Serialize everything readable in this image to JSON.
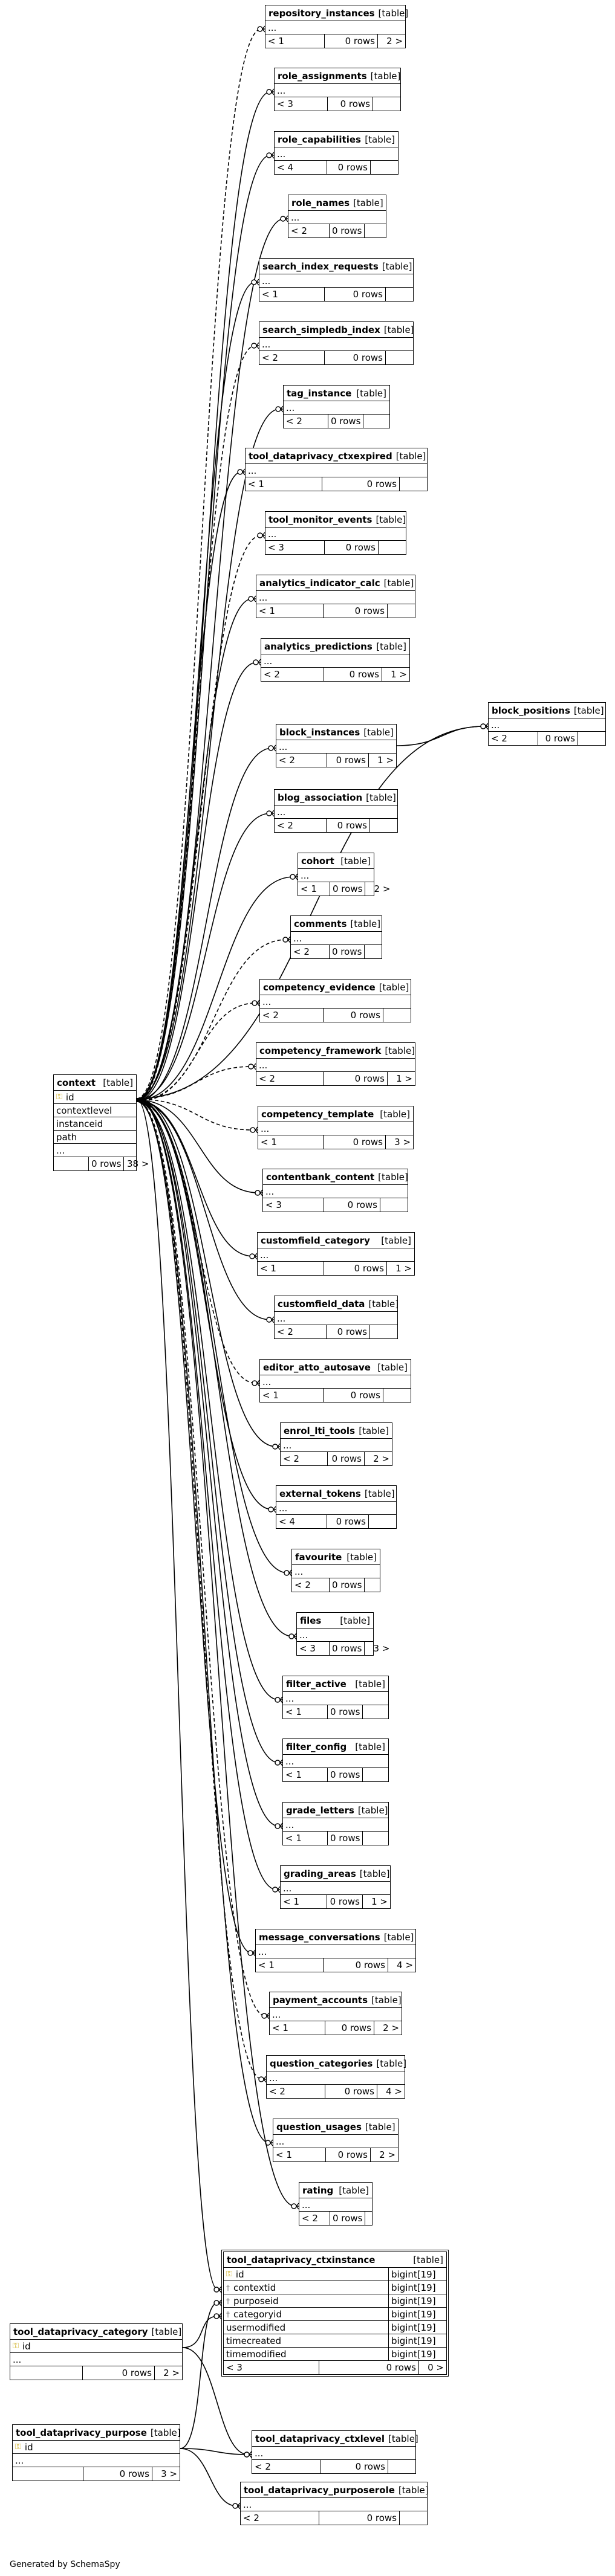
{
  "tables": {
    "repository_instances": {
      "name": "repository_instances",
      "tag": "[table]",
      "cols": [
        "..."
      ],
      "parents": "< 1",
      "rows": "0 rows",
      "children": "2 >"
    },
    "role_assignments": {
      "name": "role_assignments",
      "tag": "[table]",
      "cols": [
        "..."
      ],
      "parents": "< 3",
      "rows": "0 rows",
      "children": ""
    },
    "role_capabilities": {
      "name": "role_capabilities",
      "tag": "[table]",
      "cols": [
        "..."
      ],
      "parents": "< 4",
      "rows": "0 rows",
      "children": ""
    },
    "role_names": {
      "name": "role_names",
      "tag": "[table]",
      "cols": [
        "..."
      ],
      "parents": "< 2",
      "rows": "0 rows",
      "children": ""
    },
    "search_index_requests": {
      "name": "search_index_requests",
      "tag": "[table]",
      "cols": [
        "..."
      ],
      "parents": "< 1",
      "rows": "0 rows",
      "children": ""
    },
    "search_simpledb_index": {
      "name": "search_simpledb_index",
      "tag": "[table]",
      "cols": [
        "..."
      ],
      "parents": "< 2",
      "rows": "0 rows",
      "children": ""
    },
    "tag_instance": {
      "name": "tag_instance",
      "tag": "[table]",
      "cols": [
        "..."
      ],
      "parents": "< 2",
      "rows": "0 rows",
      "children": ""
    },
    "tool_dataprivacy_ctxexpired": {
      "name": "tool_dataprivacy_ctxexpired",
      "tag": "[table]",
      "cols": [
        "..."
      ],
      "parents": "< 1",
      "rows": "0 rows",
      "children": ""
    },
    "tool_monitor_events": {
      "name": "tool_monitor_events",
      "tag": "[table]",
      "cols": [
        "..."
      ],
      "parents": "< 3",
      "rows": "0 rows",
      "children": ""
    },
    "analytics_indicator_calc": {
      "name": "analytics_indicator_calc",
      "tag": "[table]",
      "cols": [
        "..."
      ],
      "parents": "< 1",
      "rows": "0 rows",
      "children": ""
    },
    "analytics_predictions": {
      "name": "analytics_predictions",
      "tag": "[table]",
      "cols": [
        "..."
      ],
      "parents": "< 2",
      "rows": "0 rows",
      "children": "1 >"
    },
    "block_instances": {
      "name": "block_instances",
      "tag": "[table]",
      "cols": [
        "..."
      ],
      "parents": "< 2",
      "rows": "0 rows",
      "children": "1 >"
    },
    "block_positions": {
      "name": "block_positions",
      "tag": "[table]",
      "cols": [
        "..."
      ],
      "parents": "< 2",
      "rows": "0 rows",
      "children": ""
    },
    "blog_association": {
      "name": "blog_association",
      "tag": "[table]",
      "cols": [
        "..."
      ],
      "parents": "< 2",
      "rows": "0 rows",
      "children": ""
    },
    "cohort": {
      "name": "cohort",
      "tag": "[table]",
      "cols": [
        "..."
      ],
      "parents": "< 1",
      "rows": "0 rows",
      "children": "2 >"
    },
    "comments": {
      "name": "comments",
      "tag": "[table]",
      "cols": [
        "..."
      ],
      "parents": "< 2",
      "rows": "0 rows",
      "children": ""
    },
    "competency_evidence": {
      "name": "competency_evidence",
      "tag": "[table]",
      "cols": [
        "..."
      ],
      "parents": "< 2",
      "rows": "0 rows",
      "children": ""
    },
    "competency_framework": {
      "name": "competency_framework",
      "tag": "[table]",
      "cols": [
        "..."
      ],
      "parents": "< 2",
      "rows": "0 rows",
      "children": "1 >"
    },
    "competency_template": {
      "name": "competency_template",
      "tag": "[table]",
      "cols": [
        "..."
      ],
      "parents": "< 1",
      "rows": "0 rows",
      "children": "3 >"
    },
    "contentbank_content": {
      "name": "contentbank_content",
      "tag": "[table]",
      "cols": [
        "..."
      ],
      "parents": "< 3",
      "rows": "0 rows",
      "children": ""
    },
    "customfield_category": {
      "name": "customfield_category",
      "tag": "[table]",
      "cols": [
        "..."
      ],
      "parents": "< 1",
      "rows": "0 rows",
      "children": "1 >"
    },
    "customfield_data": {
      "name": "customfield_data",
      "tag": "[table]",
      "cols": [
        "..."
      ],
      "parents": "< 2",
      "rows": "0 rows",
      "children": ""
    },
    "editor_atto_autosave": {
      "name": "editor_atto_autosave",
      "tag": "[table]",
      "cols": [
        "..."
      ],
      "parents": "< 1",
      "rows": "0 rows",
      "children": ""
    },
    "enrol_lti_tools": {
      "name": "enrol_lti_tools",
      "tag": "[table]",
      "cols": [
        "..."
      ],
      "parents": "< 2",
      "rows": "0 rows",
      "children": "2 >"
    },
    "external_tokens": {
      "name": "external_tokens",
      "tag": "[table]",
      "cols": [
        "..."
      ],
      "parents": "< 4",
      "rows": "0 rows",
      "children": ""
    },
    "favourite": {
      "name": "favourite",
      "tag": "[table]",
      "cols": [
        "..."
      ],
      "parents": "< 2",
      "rows": "0 rows",
      "children": ""
    },
    "files": {
      "name": "files",
      "tag": "[table]",
      "cols": [
        "..."
      ],
      "parents": "< 3",
      "rows": "0 rows",
      "children": "3 >"
    },
    "filter_active": {
      "name": "filter_active",
      "tag": "[table]",
      "cols": [
        "..."
      ],
      "parents": "< 1",
      "rows": "0 rows",
      "children": ""
    },
    "filter_config": {
      "name": "filter_config",
      "tag": "[table]",
      "cols": [
        "..."
      ],
      "parents": "< 1",
      "rows": "0 rows",
      "children": ""
    },
    "grade_letters": {
      "name": "grade_letters",
      "tag": "[table]",
      "cols": [
        "..."
      ],
      "parents": "< 1",
      "rows": "0 rows",
      "children": ""
    },
    "grading_areas": {
      "name": "grading_areas",
      "tag": "[table]",
      "cols": [
        "..."
      ],
      "parents": "< 1",
      "rows": "0 rows",
      "children": "1 >"
    },
    "message_conversations": {
      "name": "message_conversations",
      "tag": "[table]",
      "cols": [
        "..."
      ],
      "parents": "< 1",
      "rows": "0 rows",
      "children": "4 >"
    },
    "payment_accounts": {
      "name": "payment_accounts",
      "tag": "[table]",
      "cols": [
        "..."
      ],
      "parents": "< 1",
      "rows": "0 rows",
      "children": "2 >"
    },
    "question_categories": {
      "name": "question_categories",
      "tag": "[table]",
      "cols": [
        "..."
      ],
      "parents": "< 2",
      "rows": "0 rows",
      "children": "4 >"
    },
    "question_usages": {
      "name": "question_usages",
      "tag": "[table]",
      "cols": [
        "..."
      ],
      "parents": "< 1",
      "rows": "0 rows",
      "children": "2 >"
    },
    "rating": {
      "name": "rating",
      "tag": "[table]",
      "cols": [
        "..."
      ],
      "parents": "< 2",
      "rows": "0 rows",
      "children": ""
    },
    "context": {
      "name": "context",
      "tag": "[table]",
      "cols": [
        {
          "name": "id",
          "key": "pk"
        },
        {
          "name": "contextlevel"
        },
        {
          "name": "instanceid"
        },
        {
          "name": "path"
        },
        {
          "name": "..."
        }
      ],
      "parents": "",
      "rows": "0 rows",
      "children": "38 >"
    },
    "tool_dataprivacy_ctxinstance": {
      "name": "tool_dataprivacy_ctxinstance",
      "tag": "[table]",
      "cols": [
        {
          "name": "id",
          "type": "bigint[19]",
          "key": "pk"
        },
        {
          "name": "contextid",
          "type": "bigint[19]",
          "key": "fk"
        },
        {
          "name": "purposeid",
          "type": "bigint[19]",
          "key": "fk"
        },
        {
          "name": "categoryid",
          "type": "bigint[19]",
          "key": "fk"
        },
        {
          "name": "usermodified",
          "type": "bigint[19]"
        },
        {
          "name": "timecreated",
          "type": "bigint[19]"
        },
        {
          "name": "timemodified",
          "type": "bigint[19]"
        }
      ],
      "parents": "< 3",
      "rows": "0 rows",
      "children": "0 >"
    },
    "tool_dataprivacy_category": {
      "name": "tool_dataprivacy_category",
      "tag": "[table]",
      "cols": [
        {
          "name": "id",
          "key": "pk"
        },
        {
          "name": "..."
        }
      ],
      "parents": "",
      "rows": "0 rows",
      "children": "2 >"
    },
    "tool_dataprivacy_purpose": {
      "name": "tool_dataprivacy_purpose",
      "tag": "[table]",
      "cols": [
        {
          "name": "id",
          "key": "pk"
        },
        {
          "name": "..."
        }
      ],
      "parents": "",
      "rows": "0 rows",
      "children": "3 >"
    },
    "tool_dataprivacy_ctxlevel": {
      "name": "tool_dataprivacy_ctxlevel",
      "tag": "[table]",
      "cols": [
        "..."
      ],
      "parents": "< 2",
      "rows": "0 rows",
      "children": ""
    },
    "tool_dataprivacy_purposerole": {
      "name": "tool_dataprivacy_purposerole",
      "tag": "[table]",
      "cols": [
        "..."
      ],
      "parents": "< 2",
      "rows": "0 rows",
      "children": ""
    }
  },
  "relationships": [
    {
      "from": "context",
      "to": "repository_instances",
      "style": "dashed"
    },
    {
      "from": "context",
      "to": "role_assignments",
      "style": "solid"
    },
    {
      "from": "context",
      "to": "role_capabilities",
      "style": "solid"
    },
    {
      "from": "context",
      "to": "role_names",
      "style": "solid"
    },
    {
      "from": "context",
      "to": "search_index_requests",
      "style": "solid"
    },
    {
      "from": "context",
      "to": "search_simpledb_index",
      "style": "dashed"
    },
    {
      "from": "context",
      "to": "tag_instance",
      "style": "solid"
    },
    {
      "from": "context",
      "to": "tool_dataprivacy_ctxexpired",
      "style": "solid"
    },
    {
      "from": "context",
      "to": "tool_monitor_events",
      "style": "dashed"
    },
    {
      "from": "context",
      "to": "analytics_indicator_calc",
      "style": "solid"
    },
    {
      "from": "context",
      "to": "analytics_predictions",
      "style": "solid"
    },
    {
      "from": "context",
      "to": "block_instances",
      "style": "solid"
    },
    {
      "from": "context",
      "to": "block_positions",
      "style": "solid"
    },
    {
      "from": "block_instances",
      "to": "block_positions",
      "style": "solid"
    },
    {
      "from": "context",
      "to": "blog_association",
      "style": "solid"
    },
    {
      "from": "context",
      "to": "cohort",
      "style": "solid"
    },
    {
      "from": "context",
      "to": "comments",
      "style": "dashed"
    },
    {
      "from": "context",
      "to": "competency_evidence",
      "style": "dashed"
    },
    {
      "from": "context",
      "to": "competency_framework",
      "style": "dashed"
    },
    {
      "from": "context",
      "to": "competency_template",
      "style": "dashed"
    },
    {
      "from": "context",
      "to": "contentbank_content",
      "style": "solid"
    },
    {
      "from": "context",
      "to": "customfield_category",
      "style": "solid"
    },
    {
      "from": "context",
      "to": "customfield_data",
      "style": "solid"
    },
    {
      "from": "context",
      "to": "editor_atto_autosave",
      "style": "dashed"
    },
    {
      "from": "context",
      "to": "enrol_lti_tools",
      "style": "solid"
    },
    {
      "from": "context",
      "to": "external_tokens",
      "style": "solid"
    },
    {
      "from": "context",
      "to": "favourite",
      "style": "solid"
    },
    {
      "from": "context",
      "to": "files",
      "style": "solid"
    },
    {
      "from": "context",
      "to": "filter_active",
      "style": "solid"
    },
    {
      "from": "context",
      "to": "filter_config",
      "style": "solid"
    },
    {
      "from": "context",
      "to": "grade_letters",
      "style": "solid"
    },
    {
      "from": "context",
      "to": "grading_areas",
      "style": "solid"
    },
    {
      "from": "context",
      "to": "message_conversations",
      "style": "solid"
    },
    {
      "from": "context",
      "to": "payment_accounts",
      "style": "dashed"
    },
    {
      "from": "context",
      "to": "question_categories",
      "style": "dashed"
    },
    {
      "from": "context",
      "to": "question_usages",
      "style": "solid"
    },
    {
      "from": "context",
      "to": "rating",
      "style": "solid"
    },
    {
      "from": "context",
      "to": "tool_dataprivacy_ctxinstance",
      "style": "solid"
    },
    {
      "from": "tool_dataprivacy_category",
      "to": "tool_dataprivacy_ctxinstance",
      "style": "solid"
    },
    {
      "from": "tool_dataprivacy_purpose",
      "to": "tool_dataprivacy_ctxinstance",
      "style": "solid"
    },
    {
      "from": "tool_dataprivacy_category",
      "to": "tool_dataprivacy_ctxlevel",
      "style": "solid"
    },
    {
      "from": "tool_dataprivacy_purpose",
      "to": "tool_dataprivacy_ctxlevel",
      "style": "solid"
    },
    {
      "from": "tool_dataprivacy_purpose",
      "to": "tool_dataprivacy_purposerole",
      "style": "solid"
    }
  ],
  "footer": {
    "credit": "Generated by SchemaSpy"
  }
}
